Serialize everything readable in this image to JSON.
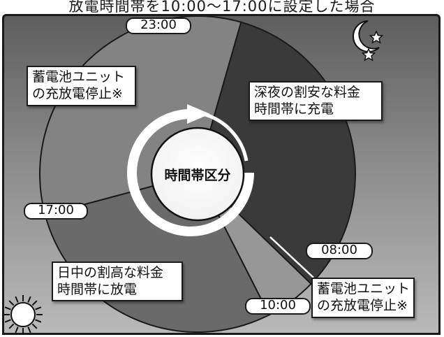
{
  "header": {
    "text": "放電時間帯を10:00〜17:00に設定した場合"
  },
  "center_label": "時間帯区分",
  "times": {
    "t2300": "23:00",
    "t1700": "17:00",
    "t0800": "08:00",
    "t1000": "10:00"
  },
  "labels": {
    "stop_top": [
      "蓄電池ユニット",
      "の充放電停止※"
    ],
    "charge": [
      "深夜の割安な料金",
      "時間帯に充電"
    ],
    "discharge": [
      "日中の割高な料金",
      "時間帯に放電"
    ],
    "stop_bottom": [
      "蓄電池ユニット",
      "の充放電停止※"
    ]
  },
  "segments": [
    {
      "id": "stop-evening",
      "from": "17:00",
      "to": "23:00",
      "color": "#838383"
    },
    {
      "id": "charge-night",
      "from": "23:00",
      "to": "08:00",
      "color": "#3a3a3a"
    },
    {
      "id": "stop-morning",
      "from": "08:00",
      "to": "10:00",
      "color": "#979797"
    },
    {
      "id": "discharge-day",
      "from": "10:00",
      "to": "17:00",
      "color": "#6a6a6a"
    }
  ],
  "icons": {
    "moon": "moon-icon",
    "stars": "star-icon",
    "sun": "sun-icon",
    "cycle": "clockwise-arrow-icon"
  }
}
